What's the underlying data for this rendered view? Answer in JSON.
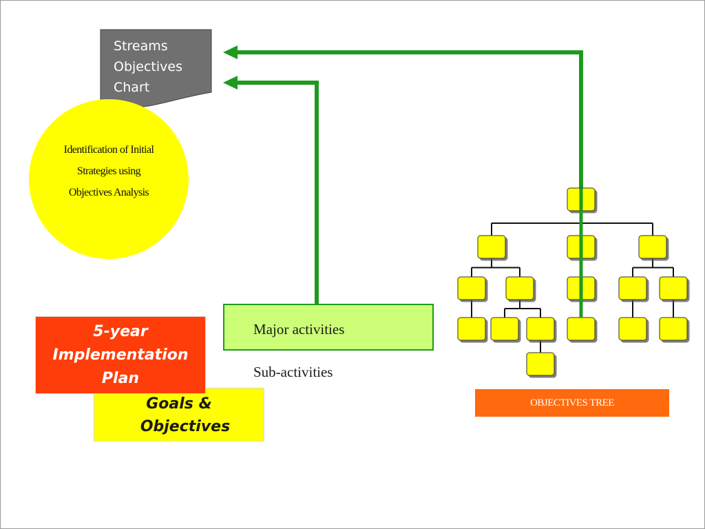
{
  "doc_shape": {
    "lines": [
      "Streams",
      "Objectives",
      "Chart"
    ],
    "fill": "#707070"
  },
  "circle": {
    "lines": [
      "Identification of Initial",
      "Strategies using",
      "Objectives Analysis"
    ],
    "fill": "#ffff00"
  },
  "plan_box": {
    "lines": [
      "5-year",
      "Implementation",
      "Plan"
    ],
    "fill": "#ff3d0a"
  },
  "goals_box": {
    "lines": [
      "Goals &",
      "Objectives"
    ],
    "fill": "#ffff00"
  },
  "activities": {
    "major": "Major activities",
    "sub": "Sub-activities",
    "fill": "#ccff77"
  },
  "tree": {
    "label": "OBJECTIVES TREE",
    "node_fill": "#ffff00",
    "label_fill": "#ff6a0f",
    "arrow_color": "#1e9a1e",
    "nodes": [
      {
        "id": "root",
        "parent": null
      },
      {
        "id": "a",
        "parent": "root"
      },
      {
        "id": "b",
        "parent": "root"
      },
      {
        "id": "c",
        "parent": "root"
      },
      {
        "id": "a1",
        "parent": "a"
      },
      {
        "id": "a2",
        "parent": "a"
      },
      {
        "id": "b1",
        "parent": "b"
      },
      {
        "id": "c1",
        "parent": "c"
      },
      {
        "id": "c2",
        "parent": "c"
      },
      {
        "id": "a1x",
        "parent": "a1"
      },
      {
        "id": "a2x",
        "parent": "a2"
      },
      {
        "id": "a2y",
        "parent": "a2"
      },
      {
        "id": "a2y1",
        "parent": "a2y"
      },
      {
        "id": "b1x",
        "parent": "b1"
      },
      {
        "id": "c1x",
        "parent": "c1"
      },
      {
        "id": "c2x",
        "parent": "c2"
      }
    ]
  }
}
